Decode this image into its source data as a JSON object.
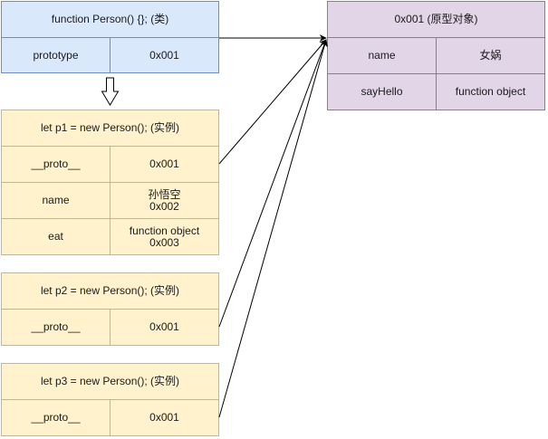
{
  "person_class": {
    "header": "function Person() {};   (类)",
    "row": {
      "key": "prototype",
      "value": "0x001"
    }
  },
  "prototype_object": {
    "header": "0x001  (原型对象)",
    "rows": [
      {
        "key": "name",
        "value": "女娲"
      },
      {
        "key": "sayHello",
        "value": "function object"
      }
    ]
  },
  "instances": [
    {
      "header": "let p1 = new Person();  (实例)",
      "rows": [
        {
          "key": "__proto__",
          "value": "0x001"
        },
        {
          "key": "name",
          "value": "孙悟空\n0x002"
        },
        {
          "key": "eat",
          "value": "function object\n0x003"
        }
      ]
    },
    {
      "header": "let p2 = new Person();  (实例)",
      "rows": [
        {
          "key": "__proto__",
          "value": "0x001"
        }
      ]
    },
    {
      "header": "let p3 = new Person();  (实例)",
      "rows": [
        {
          "key": "__proto__",
          "value": "0x001"
        }
      ]
    }
  ]
}
